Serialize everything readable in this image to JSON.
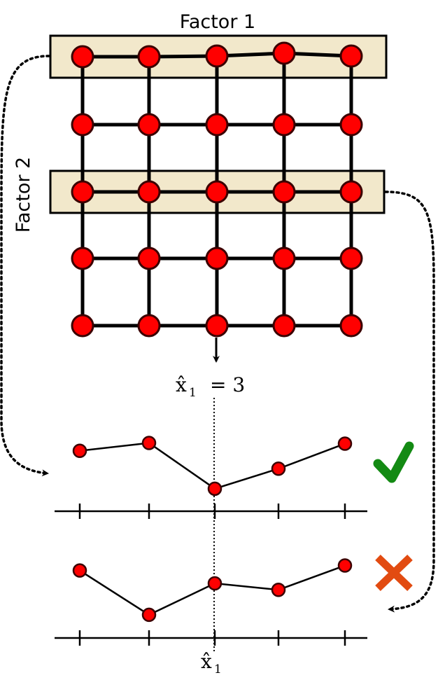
{
  "labels": {
    "factor1": "Factor 1",
    "factor2": "Factor 2",
    "estimate_var": "x̂",
    "estimate_sub": "1",
    "estimate_eq": "= 3",
    "axis_var": "x̂",
    "axis_sub": "1"
  },
  "grid": {
    "rows": 5,
    "cols": 5
  },
  "factor1_values": [
    0.62,
    0.73,
    0.09,
    0.37,
    0.72
  ],
  "factor2_values": [
    0.66,
    0.04,
    0.48,
    0.39,
    0.73
  ],
  "selected_index": 2,
  "marks": {
    "good": "check-mark",
    "bad": "cross-mark"
  },
  "colors": {
    "node_fill": "#ff0000",
    "node_stroke": "#3b0000",
    "factor_box": "#f2e8cb",
    "check": "#138a13",
    "cross": "#e24b11",
    "line": "#000000"
  }
}
